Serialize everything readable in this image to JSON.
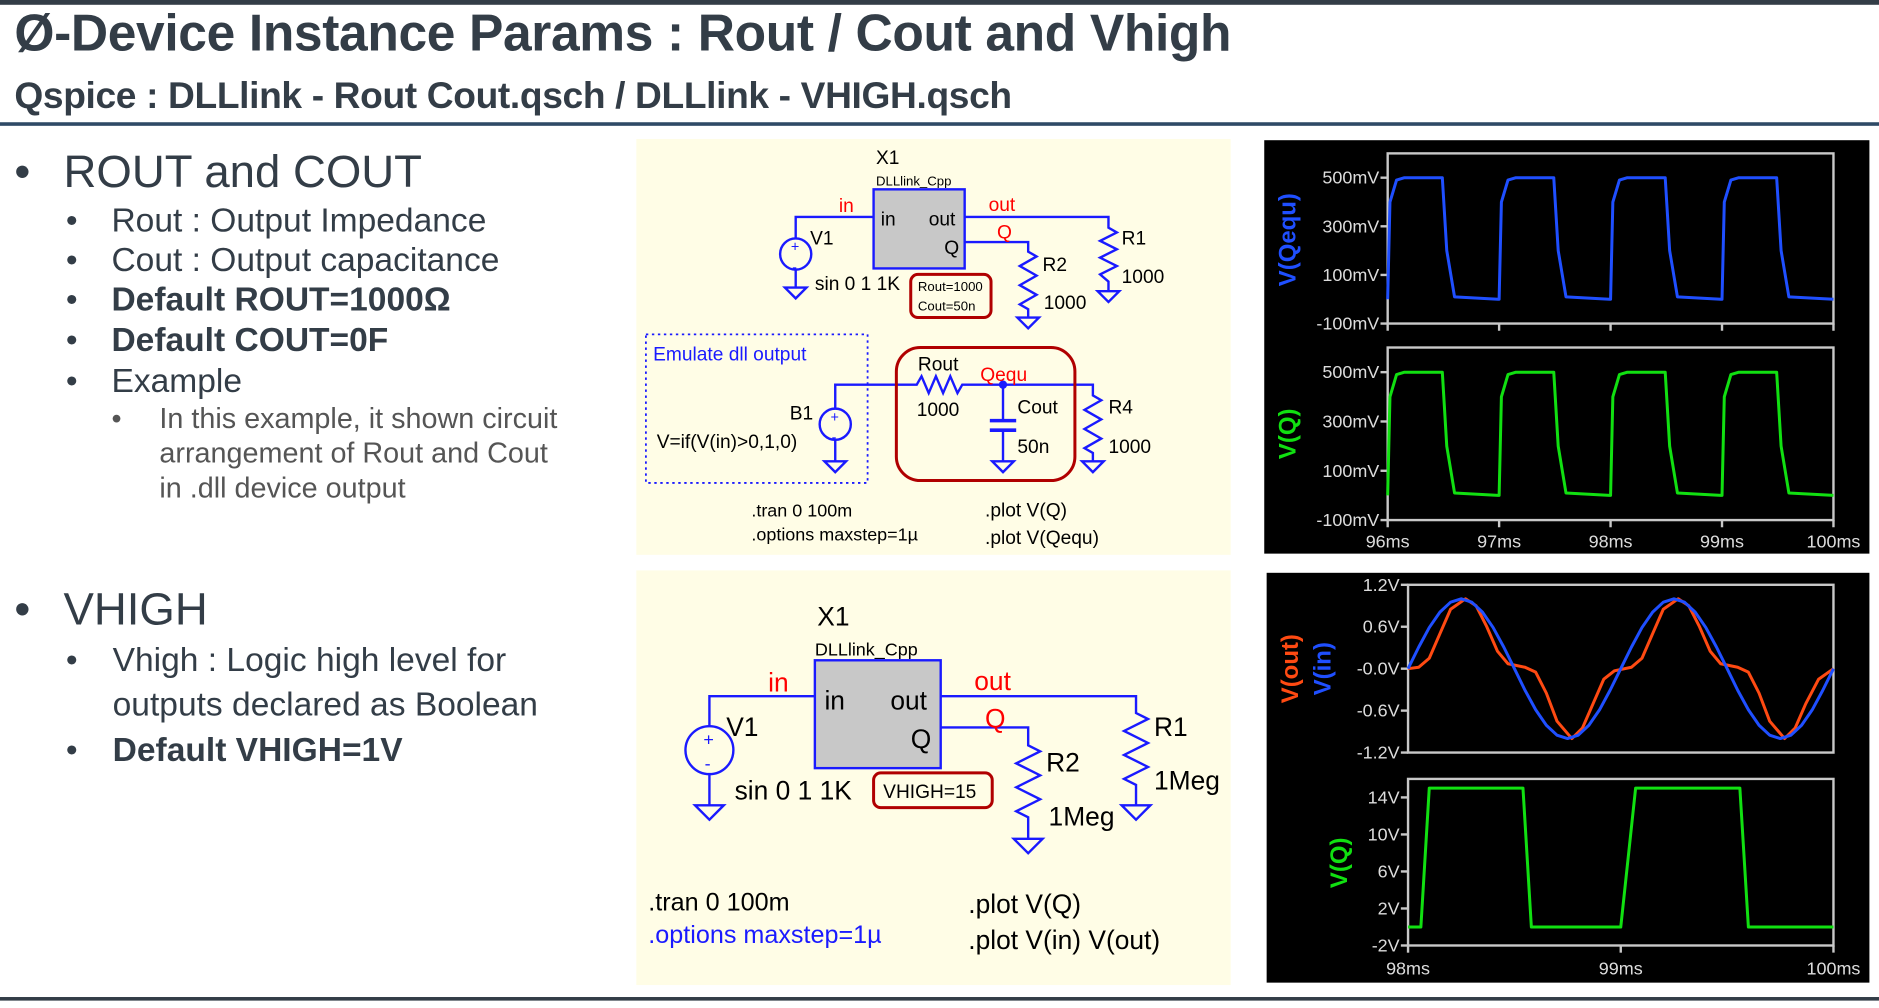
{
  "slide": {
    "title": "Ø-Device Instance Params : Rout / Cout and Vhigh",
    "subtitle": "Qspice : DLLlink - Rout Cout.qsch / DLLlink - VHIGH.qsch"
  },
  "bullets": {
    "section1": {
      "heading": "ROUT and COUT",
      "items": [
        "Rout : Output Impedance",
        "Cout : Output capacitance",
        "Default ROUT=1000Ω",
        "Default COUT=0F",
        "Example"
      ],
      "example_lines": [
        "In this example, it shown circuit",
        "arrangement of Rout and Cout",
        "in .dll device output"
      ]
    },
    "section2": {
      "heading": "VHIGH",
      "items": [
        "Vhigh : Logic high level for",
        "outputs declared as Boolean",
        "Default VHIGH=1V"
      ]
    },
    "bullet_glyph": "•"
  },
  "schematic1": {
    "instance": "X1",
    "model": "DLLlink_Cpp",
    "pin_in": "in",
    "pin_out": "out",
    "pin_q": "Q",
    "net_in": "in",
    "net_out": "out",
    "net_q": "Q",
    "v1": "V1",
    "v1_value": "sin 0 1 1K",
    "params": [
      "Rout=1000",
      "Cout=50n"
    ],
    "r1": "R1",
    "r1_value": "1000",
    "r2": "R2",
    "r2_value": "1000",
    "emulate_label": "Emulate dll output",
    "b1": "B1",
    "b1_value": "V=if(V(in)>0,1,0)",
    "rout": "Rout",
    "rout_value": "1000",
    "net_qequ": "Qequ",
    "cout": "Cout",
    "cout_value": "50n",
    "r4": "R4",
    "r4_value": "1000",
    "tran": ".tran 0 100m",
    "options": ".options maxstep=1µ",
    "plot1": ".plot V(Q)",
    "plot2": ".plot V(Qequ)",
    "plus": "+",
    "minus": "-"
  },
  "schematic2": {
    "instance": "X1",
    "model": "DLLlink_Cpp",
    "pin_in": "in",
    "pin_out": "out",
    "pin_q": "Q",
    "net_in": "in",
    "net_out": "out",
    "net_q": "Q",
    "v1": "V1",
    "v1_value": "sin 0 1 1K",
    "param": "VHIGH=15",
    "r1": "R1",
    "r1_value": "1Meg",
    "r2": "R2",
    "r2_value": "1Meg",
    "tran": ".tran 0 100m",
    "options": ".options maxstep=1µ",
    "plot1": ".plot V(Q)",
    "plot2": ".plot V(in) V(out)",
    "plus": "+",
    "minus": "-"
  },
  "colors": {
    "wire": "#1a1aff",
    "net_label": "#ff0000",
    "highlight_box": "#b00000",
    "panel_bg": "#fffde6",
    "trace_blue": "#1f4fff",
    "trace_green": "#11e011",
    "trace_orange": "#ff4a12",
    "axis": "#c8c8c8",
    "plot_bg": "#000000"
  },
  "chart_data": [
    {
      "type": "line",
      "xlim": [
        96,
        100
      ],
      "ylim": [
        -0.1,
        0.6
      ],
      "grid": false,
      "x_ticks": [
        96,
        97,
        98,
        99,
        100
      ],
      "x_tick_labels": [
        "96ms",
        "97ms",
        "98ms",
        "99ms",
        "100ms"
      ],
      "y_ticks": [
        0.5,
        0.3,
        0.1,
        -0.1
      ],
      "y_tick_labels": [
        "500mV",
        "300mV",
        "100mV",
        "-100mV"
      ],
      "series": [
        {
          "name": "V(Qequ)",
          "color": "#1f4fff",
          "points": [
            [
              96,
              0
            ],
            [
              96.02,
              0.4
            ],
            [
              96.08,
              0.49
            ],
            [
              96.15,
              0.5
            ],
            [
              96.49,
              0.5
            ],
            [
              96.53,
              0.2
            ],
            [
              96.6,
              0.01
            ],
            [
              96.99,
              0
            ],
            [
              97,
              0
            ],
            [
              97.02,
              0.4
            ],
            [
              97.08,
              0.49
            ],
            [
              97.15,
              0.5
            ],
            [
              97.49,
              0.5
            ],
            [
              97.53,
              0.2
            ],
            [
              97.6,
              0.01
            ],
            [
              97.99,
              0
            ],
            [
              98,
              0
            ],
            [
              98.02,
              0.4
            ],
            [
              98.08,
              0.49
            ],
            [
              98.15,
              0.5
            ],
            [
              98.49,
              0.5
            ],
            [
              98.53,
              0.2
            ],
            [
              98.6,
              0.01
            ],
            [
              98.99,
              0
            ],
            [
              99,
              0
            ],
            [
              99.02,
              0.4
            ],
            [
              99.08,
              0.49
            ],
            [
              99.15,
              0.5
            ],
            [
              99.49,
              0.5
            ],
            [
              99.53,
              0.2
            ],
            [
              99.6,
              0.01
            ],
            [
              100,
              0
            ]
          ]
        }
      ]
    },
    {
      "type": "line",
      "xlim": [
        96,
        100
      ],
      "ylim": [
        -0.1,
        0.6
      ],
      "grid": false,
      "x_ticks": [
        96,
        97,
        98,
        99,
        100
      ],
      "x_tick_labels": [
        "96ms",
        "97ms",
        "98ms",
        "99ms",
        "100ms"
      ],
      "y_ticks": [
        0.5,
        0.3,
        0.1,
        -0.1
      ],
      "y_tick_labels": [
        "500mV",
        "300mV",
        "100mV",
        "-100mV"
      ],
      "series": [
        {
          "name": "V(Q)",
          "color": "#11e011",
          "points": [
            [
              96,
              0
            ],
            [
              96.02,
              0.4
            ],
            [
              96.08,
              0.49
            ],
            [
              96.15,
              0.5
            ],
            [
              96.49,
              0.5
            ],
            [
              96.53,
              0.2
            ],
            [
              96.6,
              0.01
            ],
            [
              96.99,
              0
            ],
            [
              97,
              0
            ],
            [
              97.02,
              0.4
            ],
            [
              97.08,
              0.49
            ],
            [
              97.15,
              0.5
            ],
            [
              97.49,
              0.5
            ],
            [
              97.53,
              0.2
            ],
            [
              97.6,
              0.01
            ],
            [
              97.99,
              0
            ],
            [
              98,
              0
            ],
            [
              98.02,
              0.4
            ],
            [
              98.08,
              0.49
            ],
            [
              98.15,
              0.5
            ],
            [
              98.49,
              0.5
            ],
            [
              98.53,
              0.2
            ],
            [
              98.6,
              0.01
            ],
            [
              98.99,
              0
            ],
            [
              99,
              0
            ],
            [
              99.02,
              0.4
            ],
            [
              99.08,
              0.49
            ],
            [
              99.15,
              0.5
            ],
            [
              99.49,
              0.5
            ],
            [
              99.53,
              0.2
            ],
            [
              99.6,
              0.01
            ],
            [
              100,
              0
            ]
          ]
        }
      ]
    },
    {
      "type": "line",
      "xlim": [
        98,
        100
      ],
      "ylim": [
        -1.2,
        1.2
      ],
      "grid": false,
      "x_ticks": [],
      "x_tick_labels": [],
      "y_ticks": [
        1.2,
        0.6,
        0,
        -0.6,
        -1.2
      ],
      "y_tick_labels": [
        "1.2V",
        "0.6V",
        "-0.0V",
        "-0.6V",
        "-1.2V"
      ],
      "series": [
        {
          "name": "V(out)",
          "color": "#ff4a12",
          "points": [
            [
              98,
              0
            ],
            [
              98.05,
              0.02
            ],
            [
              98.1,
              0.15
            ],
            [
              98.15,
              0.5
            ],
            [
              98.2,
              0.85
            ],
            [
              98.27,
              1
            ],
            [
              98.32,
              0.9
            ],
            [
              98.37,
              0.6
            ],
            [
              98.42,
              0.25
            ],
            [
              98.47,
              0.07
            ],
            [
              98.55,
              0.02
            ],
            [
              98.6,
              -0.05
            ],
            [
              98.65,
              -0.35
            ],
            [
              98.7,
              -0.75
            ],
            [
              98.77,
              -1
            ],
            [
              98.82,
              -0.85
            ],
            [
              98.87,
              -0.5
            ],
            [
              98.92,
              -0.15
            ],
            [
              98.97,
              -0.03
            ],
            [
              99.05,
              0.02
            ],
            [
              99.1,
              0.15
            ],
            [
              99.15,
              0.5
            ],
            [
              99.2,
              0.85
            ],
            [
              99.27,
              1
            ],
            [
              99.32,
              0.9
            ],
            [
              99.37,
              0.6
            ],
            [
              99.42,
              0.25
            ],
            [
              99.47,
              0.07
            ],
            [
              99.55,
              0.02
            ],
            [
              99.6,
              -0.05
            ],
            [
              99.65,
              -0.35
            ],
            [
              99.7,
              -0.75
            ],
            [
              99.77,
              -1
            ],
            [
              99.82,
              -0.85
            ],
            [
              99.87,
              -0.5
            ],
            [
              99.93,
              -0.15
            ],
            [
              100,
              0
            ]
          ]
        },
        {
          "name": "V(in)",
          "color": "#1f4fff",
          "points": [
            [
              98,
              0
            ],
            [
              98.05,
              0.309
            ],
            [
              98.1,
              0.588
            ],
            [
              98.15,
              0.809
            ],
            [
              98.2,
              0.951
            ],
            [
              98.25,
              1
            ],
            [
              98.3,
              0.951
            ],
            [
              98.35,
              0.809
            ],
            [
              98.4,
              0.588
            ],
            [
              98.45,
              0.309
            ],
            [
              98.5,
              0
            ],
            [
              98.55,
              -0.309
            ],
            [
              98.6,
              -0.588
            ],
            [
              98.65,
              -0.809
            ],
            [
              98.7,
              -0.951
            ],
            [
              98.75,
              -1
            ],
            [
              98.8,
              -0.951
            ],
            [
              98.85,
              -0.809
            ],
            [
              98.9,
              -0.588
            ],
            [
              98.95,
              -0.309
            ],
            [
              99,
              0
            ],
            [
              99.05,
              0.309
            ],
            [
              99.1,
              0.588
            ],
            [
              99.15,
              0.809
            ],
            [
              99.2,
              0.951
            ],
            [
              99.25,
              1
            ],
            [
              99.3,
              0.951
            ],
            [
              99.35,
              0.809
            ],
            [
              99.4,
              0.588
            ],
            [
              99.45,
              0.309
            ],
            [
              99.5,
              0
            ],
            [
              99.55,
              -0.309
            ],
            [
              99.6,
              -0.588
            ],
            [
              99.65,
              -0.809
            ],
            [
              99.7,
              -0.951
            ],
            [
              99.75,
              -1
            ],
            [
              99.8,
              -0.951
            ],
            [
              99.85,
              -0.809
            ],
            [
              99.9,
              -0.588
            ],
            [
              99.95,
              -0.309
            ],
            [
              100,
              0
            ]
          ]
        }
      ]
    },
    {
      "type": "line",
      "xlim": [
        98,
        100
      ],
      "ylim": [
        -2,
        16
      ],
      "grid": false,
      "x_ticks": [
        98,
        99,
        100
      ],
      "x_tick_labels": [
        "98ms",
        "99ms",
        "100ms"
      ],
      "y_ticks": [
        14,
        10,
        6,
        2,
        -2
      ],
      "y_tick_labels": [
        "14V",
        "10V",
        "6V",
        "2V",
        "-2V"
      ],
      "series": [
        {
          "name": "V(Q)",
          "color": "#11e011",
          "points": [
            [
              98,
              0
            ],
            [
              98.06,
              0
            ],
            [
              98.1,
              15
            ],
            [
              98.54,
              15
            ],
            [
              98.58,
              0
            ],
            [
              99.0,
              0
            ],
            [
              99.07,
              15
            ],
            [
              99.56,
              15
            ],
            [
              99.6,
              0
            ],
            [
              100,
              0
            ]
          ]
        }
      ]
    }
  ]
}
